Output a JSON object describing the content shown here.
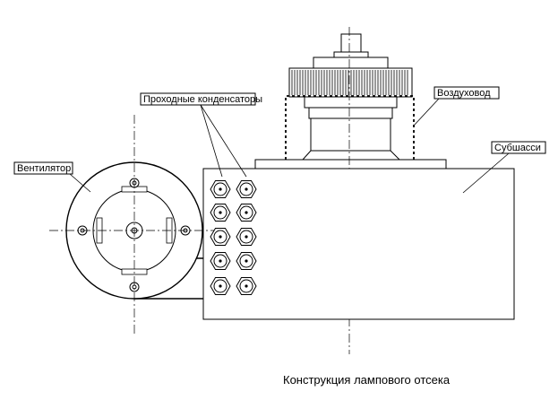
{
  "labels": {
    "feedthrough_capacitors": "Проходные конденсаторы",
    "air_duct": "Воздуховод",
    "fan": "Вентилятор",
    "subchassis": "Субшасси"
  },
  "caption": "Конструкция лампового отсека",
  "colors": {
    "line": "#000000",
    "background": "#ffffff"
  }
}
